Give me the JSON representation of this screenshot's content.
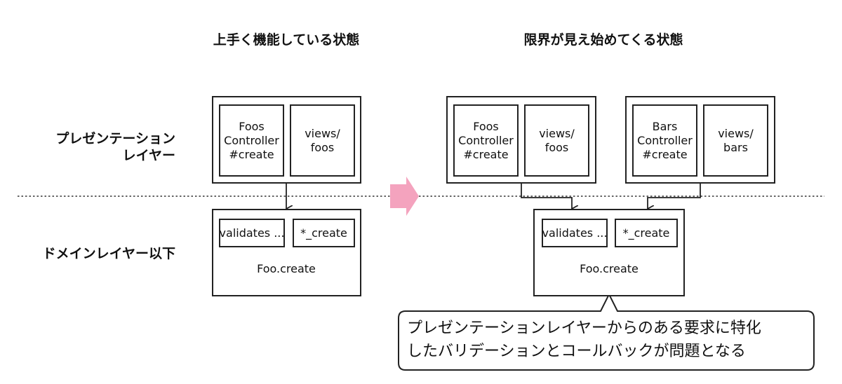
{
  "headings": {
    "left": "上手く機能している状態",
    "right": "限界が見え始めてくる状態"
  },
  "layers": {
    "presentation_line1": "プレゼンテーション",
    "presentation_line2": "レイヤー",
    "domain": "ドメインレイヤー以下"
  },
  "left_diagram": {
    "controller": "Foos\nController\n#create",
    "view": "views/\nfoos",
    "validates": "validates ...",
    "callback": "*_create",
    "model": "Foo.create"
  },
  "right_diagram": {
    "foos_controller": "Foos\nController\n#create",
    "foos_view": "views/\nfoos",
    "bars_controller": "Bars\nController\n#create",
    "bars_view": "views/\nbars",
    "validates": "validates ...",
    "callback": "*_create",
    "model": "Foo.create"
  },
  "callout": {
    "line1": "プレゼンテーションレイヤーからのある要求に特化",
    "line2": "したバリデーションとコールバックが問題となる"
  },
  "colors": {
    "arrow": "#f4a3be",
    "stroke": "#222222"
  }
}
